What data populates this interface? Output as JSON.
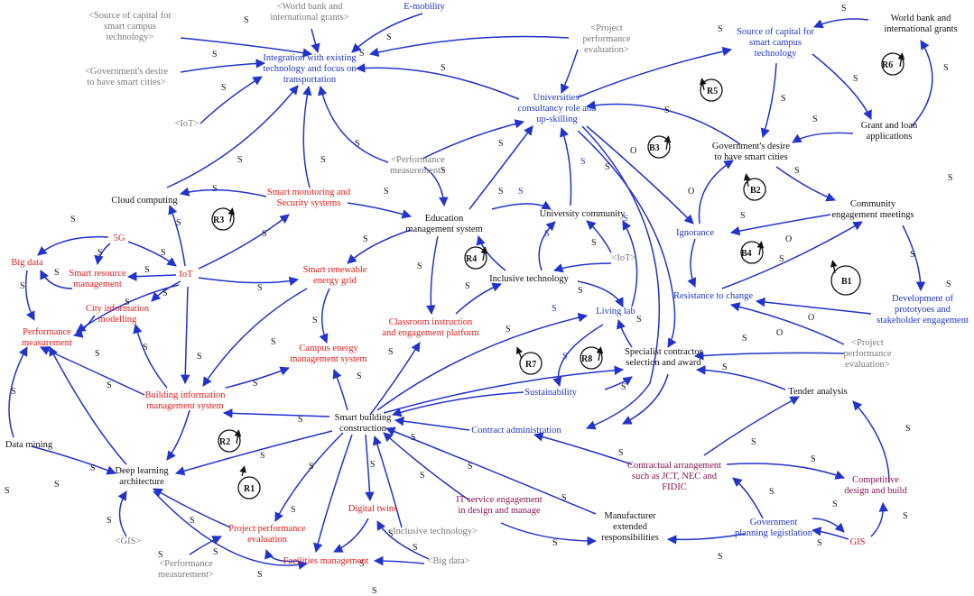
{
  "colors": {
    "edge": "#2233cc",
    "black": "#111111",
    "blue": "#1f35c8",
    "red": "#e01a1a",
    "grey": "#7a7a7a",
    "purple": "#8a1450"
  },
  "nodes": {
    "shadow_source_capital": [
      "<Source of capital for",
      "smart campus",
      "technology>"
    ],
    "shadow_world_bank_top": [
      "<World bank and",
      "international grants>"
    ],
    "e_mobility": [
      "E-mobility"
    ],
    "shadow_project_perf_eval_top": [
      "<Project",
      "performance",
      "evaluation>"
    ],
    "integration": [
      "Integration with existing",
      "technology and focus on",
      "transportation"
    ],
    "shadow_gov_desire": [
      "<Government's desire",
      "to have smart cities>"
    ],
    "shadow_iot_left": [
      "<IoT>"
    ],
    "source_capital": [
      "Source of capital for",
      "smart campus",
      "technology"
    ],
    "world_bank": [
      "World bank and",
      "international grants"
    ],
    "universities_role": [
      "Universities'",
      "consultancy role and",
      "up-skilling"
    ],
    "grant_loan": [
      "Grant and loan",
      "applications"
    ],
    "gov_desire": [
      "Government's desire",
      "to have smart cities"
    ],
    "shadow_perf_measurement": [
      "<Performance",
      "measurement>"
    ],
    "cloud_computing": [
      "Cloud computing"
    ],
    "smart_monitoring": [
      "Smart monitoring and",
      "Security systems"
    ],
    "education_mgmt": [
      "Education",
      "management system"
    ],
    "university_community": [
      "University community"
    ],
    "community_engagement": [
      "Community",
      "engagement meetings"
    ],
    "ignorance": [
      "Ignorance"
    ],
    "five_g": [
      "5G"
    ],
    "big_data": [
      "Big data"
    ],
    "smart_resource": [
      "Smart resource",
      "management"
    ],
    "iot": [
      "IoT"
    ],
    "smart_renewable": [
      "Smart renewable",
      "energy grid"
    ],
    "shadow_iot_mid": [
      "<IoT>"
    ],
    "inclusive_tech": [
      "Inclusive technology"
    ],
    "city_info": [
      "City information",
      "modelling"
    ],
    "resistance": [
      "Resistance to change"
    ],
    "development_proto": [
      "Development of",
      "prototyoes and",
      "stakeholder engagement"
    ],
    "perf_measurement": [
      "Performance",
      "measurement"
    ],
    "living_lab": [
      "Living lab"
    ],
    "classroom": [
      "Classroom instruction",
      "and engagement platform"
    ],
    "campus_energy": [
      "Campus energy",
      "management system"
    ],
    "shadow_project_perf_eval_right": [
      "<Project",
      "performance",
      "evaluation>"
    ],
    "specialist_contractor": [
      "Specialist contractor",
      "selection and award"
    ],
    "bim": [
      "Building information",
      "management system"
    ],
    "sustainability": [
      "Sustainability"
    ],
    "tender_analysis": [
      "Tender analysis"
    ],
    "smart_building": [
      "Smart building",
      "construction"
    ],
    "contract_admin": [
      "Contract administration"
    ],
    "data_mining": [
      "Data mining"
    ],
    "contractual_arrangement": [
      "Contractual arrangement",
      "such as JCT, NEC and",
      "FIDIC"
    ],
    "deep_learning": [
      "Deep learning",
      "architecture"
    ],
    "competitive_design": [
      "Competitive",
      "design and build"
    ],
    "it_service": [
      "IT service engagement",
      "in design and manage"
    ],
    "manufacturer": [
      "Manufacturer",
      "extended",
      "responsibilities"
    ],
    "digital_twins": [
      "Digital twins"
    ],
    "project_perf_eval": [
      "Project performance",
      "evaluation"
    ],
    "gov_planning": [
      "Government",
      "planning legistlation"
    ],
    "gis": [
      "GIS"
    ],
    "shadow_inclusive_tech": [
      "<Inclusive technology>"
    ],
    "shadow_gis": [
      "<GIS>"
    ],
    "facilities_mgmt": [
      "Facilities management"
    ],
    "shadow_big_data": [
      "<Big data>"
    ],
    "shadow_perf_measurement_bottom": [
      "<Performance",
      "measurement>"
    ]
  },
  "loops": [
    "R1",
    "R2",
    "R3",
    "R4",
    "R5",
    "R6",
    "R7",
    "R8",
    "B1",
    "B2",
    "B3",
    "B4"
  ],
  "polarity": {
    "s": "S",
    "o": "O"
  }
}
